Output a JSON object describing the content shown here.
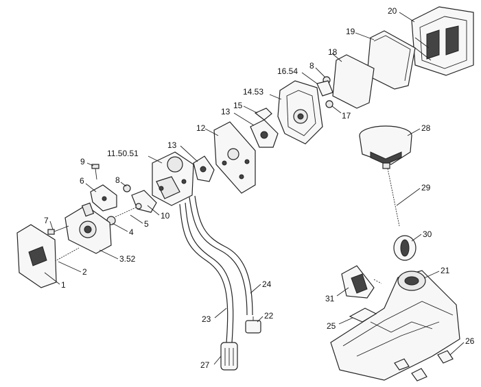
{
  "labels": {
    "l1": "1",
    "l2": "2",
    "l3": "3.52",
    "l4": "4",
    "l5": "5",
    "l6": "6",
    "l7": "7",
    "l8a": "8",
    "l9": "9",
    "l10": "10",
    "l11": "11.50.51",
    "l12": "12",
    "l13a": "13",
    "l13b": "13",
    "l14": "14.53",
    "l15": "15",
    "l16": "16.54",
    "l8b": "8",
    "l17": "17",
    "l18": "18",
    "l19": "19",
    "l20": "20",
    "l21": "21",
    "l22": "22",
    "l23": "23",
    "l24": "24",
    "l25": "25",
    "l26": "26",
    "l27": "27",
    "l28": "28",
    "l29": "29",
    "l30": "30",
    "l31": "31"
  }
}
